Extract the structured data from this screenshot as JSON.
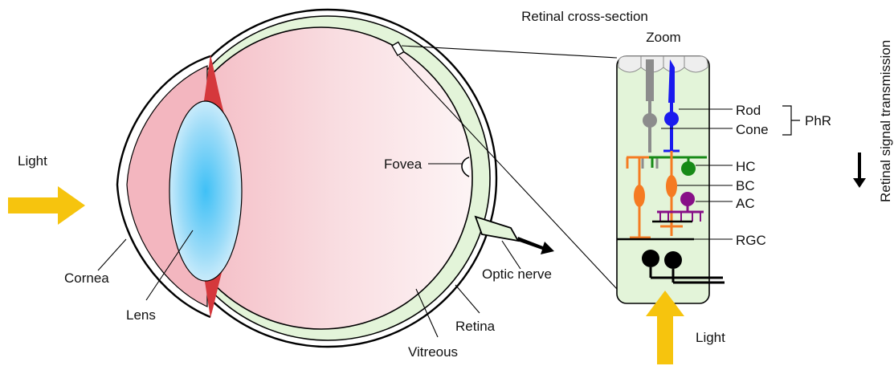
{
  "labels": {
    "light_left": "Light",
    "cornea": "Cornea",
    "lens": "Lens",
    "fovea": "Fovea",
    "vitreous": "Vitreous",
    "retina": "Retina",
    "optic_nerve": "Optic nerve",
    "zoom_title": "Retinal cross-section",
    "zoom_sub": "Zoom",
    "rod": "Rod",
    "cone": "Cone",
    "phr": "PhR",
    "hc": "HC",
    "bc": "BC",
    "ac": "AC",
    "rgc": "RGC",
    "light_bottom": "Light",
    "transmission": "Retinal signal transmission"
  },
  "colors": {
    "light_arrow": "#f6c40e",
    "retina_layer": "#e3f4d9",
    "vitreous": "#f4b9c1",
    "iris": "#d5383c",
    "lens": "#5fc9f5",
    "rod": "#8c8c8c",
    "cone": "#1a1aee",
    "bipolar": "#f57b22",
    "horizontal": "#178a17",
    "amacrine": "#870f87",
    "ganglion": "#000000"
  }
}
